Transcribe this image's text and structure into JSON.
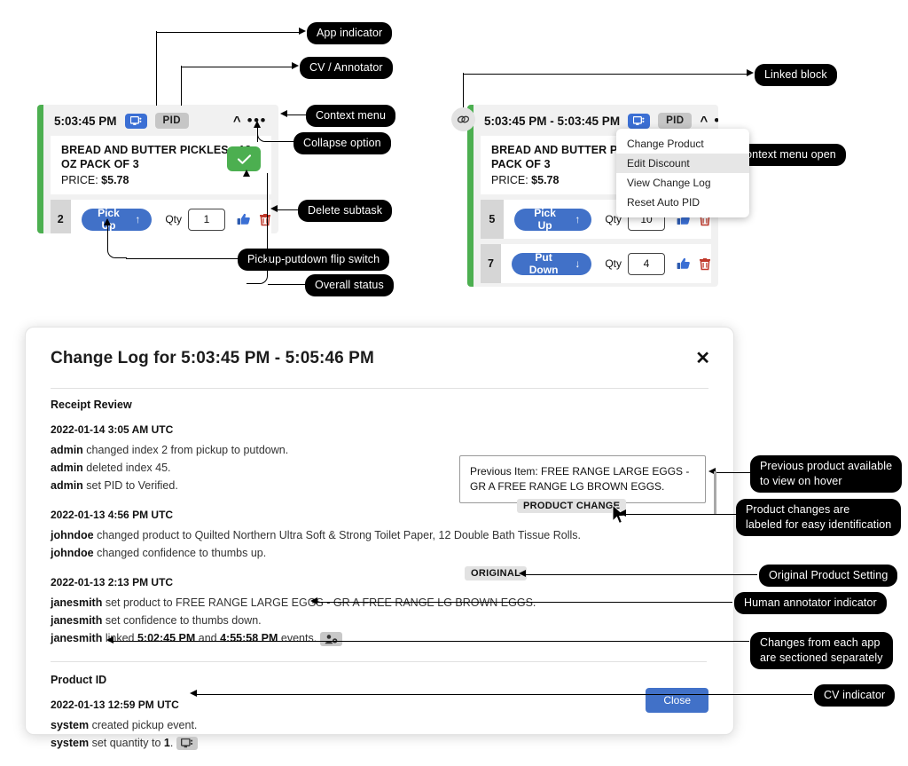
{
  "cards": {
    "left": {
      "time": "5:03:45 PM",
      "app_badge_icon": "monitor-icon",
      "pid_badge": "PID",
      "collapse_icon": "chevron-up-icon",
      "menu_icon": "ellipsis-icon",
      "product_name": "BREAD AND BUTTER PICKLES - 12 OZ PACK OF 3",
      "price_label": "PRICE:",
      "price_value": "$5.78",
      "status_icon": "check-icon",
      "subtasks": [
        {
          "index": "2",
          "action": "Pick Up",
          "arrow": "↑",
          "qty_label": "Qty",
          "qty": "1",
          "thumb_icon": "thumbs-up-icon",
          "delete_icon": "trash-icon"
        }
      ]
    },
    "right": {
      "link_icon": "link-icon",
      "time": "5:03:45 PM - 5:03:45 PM",
      "app_badge_icon": "monitor-icon",
      "pid_badge": "PID",
      "collapse_icon": "chevron-up-icon",
      "menu_icon": "ellipsis-icon",
      "product_name": "BREAD AND BUTTER PICKLES - 12 OZ PACK OF 3",
      "price_label": "PRICE:",
      "price_value": "$5.78",
      "context_menu": [
        {
          "label": "Change Product",
          "highlighted": false
        },
        {
          "label": "Edit Discount",
          "highlighted": true
        },
        {
          "label": "View Change Log",
          "highlighted": false
        },
        {
          "label": "Reset Auto PID",
          "highlighted": false
        }
      ],
      "subtasks": [
        {
          "index": "5",
          "action": "Pick Up",
          "arrow": "↑",
          "qty_label": "Qty",
          "qty": "10",
          "thumb_icon": "thumbs-up-icon",
          "delete_icon": "trash-icon"
        },
        {
          "index": "7",
          "action": "Put Down",
          "arrow": "↓",
          "qty_label": "Qty",
          "qty": "4",
          "thumb_icon": "thumbs-up-icon",
          "delete_icon": "trash-icon"
        }
      ]
    }
  },
  "dialog": {
    "title": "Change Log for 5:03:45 PM - 5:05:46 PM",
    "close_icon": "close-icon",
    "close_button": "Close",
    "sections": [
      {
        "name": "Receipt Review",
        "groups": [
          {
            "timestamp": "2022-01-14 3:05 AM UTC",
            "entries": [
              {
                "actor": "admin",
                "text": " changed index 2 from pickup to putdown."
              },
              {
                "actor": "admin",
                "text": " deleted index 45."
              },
              {
                "actor": "admin",
                "text": " set PID to Verified."
              }
            ]
          },
          {
            "timestamp": "2022-01-13 4:56 PM UTC",
            "entries": [
              {
                "actor": "johndoe",
                "text": " changed product to Quilted Northern Ultra Soft & Strong Toilet Paper, 12 Double Bath Tissue Rolls."
              },
              {
                "actor": "johndoe",
                "text": " changed confidence to thumbs up."
              }
            ]
          },
          {
            "timestamp": "2022-01-13 2:13 PM UTC",
            "entries": [
              {
                "actor": "janesmith",
                "text": " set product to FREE RANGE LARGE EGGS - GR A FREE RANGE LG BROWN EGGS."
              },
              {
                "actor": "janesmith",
                "text": " set confidence to thumbs down."
              },
              {
                "actor": "janesmith",
                "text": " linked 5:02:45 PM and 4:55:58 PM events."
              }
            ]
          }
        ]
      },
      {
        "name": "Product ID",
        "groups": [
          {
            "timestamp": "2022-01-13 12:59 PM UTC",
            "entries": [
              {
                "actor": "system",
                "text": " created pickup event."
              },
              {
                "actor": "system",
                "text": " set quantity to 1."
              }
            ]
          }
        ]
      }
    ],
    "badges": {
      "product_change": "PRODUCT CHANGE",
      "original": "ORIGINAL",
      "annotator_icon": "person-gear-icon",
      "cv_icon": "monitor-icon"
    },
    "tooltip": "Previous Item: FREE RANGE LARGE EGGS - GR A FREE RANGE LG BROWN EGGS."
  },
  "annotations": [
    {
      "id": "app-indicator",
      "label": "App indicator"
    },
    {
      "id": "cv-annotator",
      "label": "CV / Annotator"
    },
    {
      "id": "context-menu",
      "label": "Context menu"
    },
    {
      "id": "collapse-option",
      "label": "Collapse option"
    },
    {
      "id": "delete-subtask",
      "label": "Delete subtask"
    },
    {
      "id": "pickup-putdown-flip",
      "label": "Pickup-putdown flip switch"
    },
    {
      "id": "overall-status",
      "label": "Overall status"
    },
    {
      "id": "linked-block",
      "label": "Linked block"
    },
    {
      "id": "context-menu-open",
      "label": "Context menu open"
    },
    {
      "id": "previous-product",
      "label": "Previous product available\nto view on hover"
    },
    {
      "id": "product-changes",
      "label": "Product changes are\nlabeled for easy identification"
    },
    {
      "id": "original-product",
      "label": "Original Product Setting"
    },
    {
      "id": "human-annotator",
      "label": "Human annotator indicator"
    },
    {
      "id": "sectioned-separately",
      "label": "Changes from each app\nare sectioned separately"
    },
    {
      "id": "cv-indicator",
      "label": "CV indicator"
    }
  ],
  "colors": {
    "accent_blue": "#4171c8",
    "status_green": "#4caf50",
    "delete_red": "#c0392b",
    "badge_grey": "#c6c6c6",
    "callout_black": "#000000"
  }
}
